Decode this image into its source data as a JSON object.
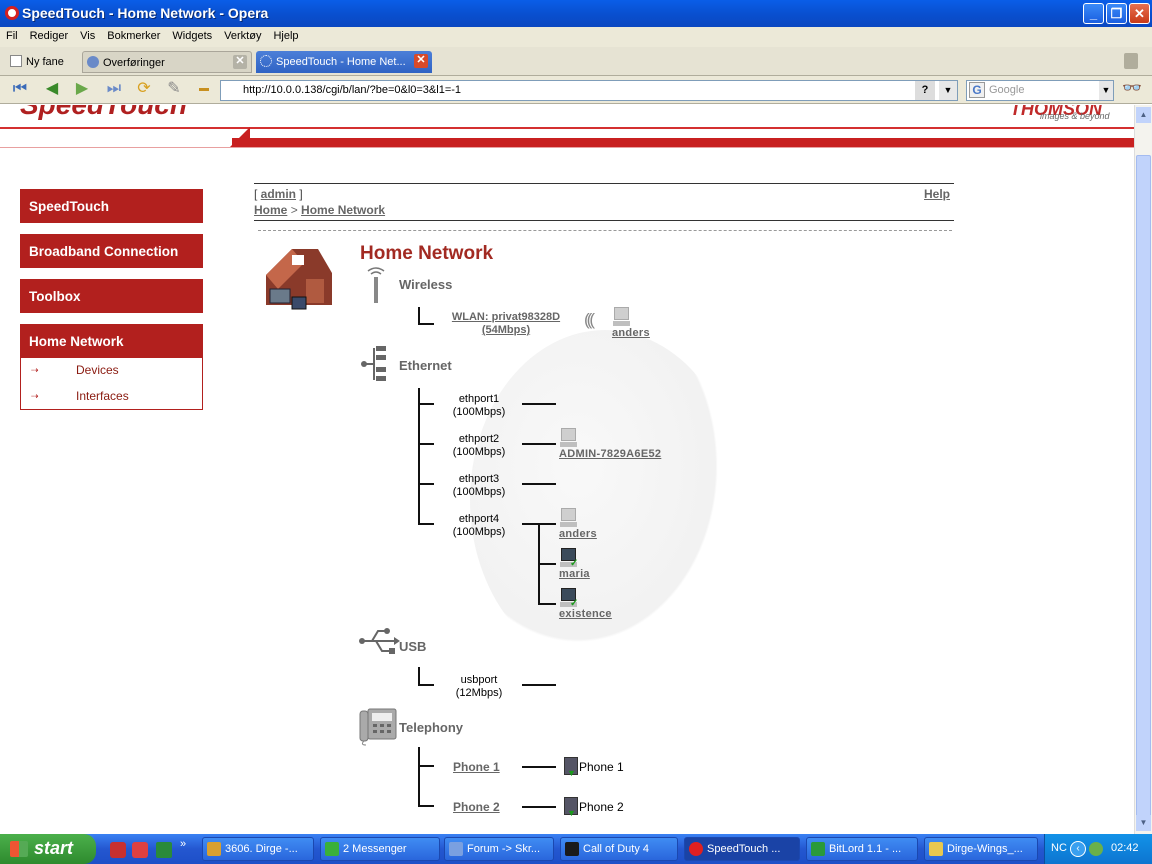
{
  "window": {
    "title": "SpeedTouch - Home Network - Opera"
  },
  "menubar": [
    "Fil",
    "Rediger",
    "Vis",
    "Bokmerker",
    "Widgets",
    "Verktøy",
    "Hjelp"
  ],
  "tabs": {
    "new_tab": "Ny fane",
    "tab1": "Overføringer",
    "tab2": "SpeedTouch - Home Net..."
  },
  "address": {
    "url": "http://10.0.0.138/cgi/b/lan/?be=0&l0=3&l1=-1",
    "search_placeholder": "Google",
    "help": "?"
  },
  "logo": {
    "left": "SpeedTouch",
    "right": "THOMSON",
    "tagline": "images & beyond"
  },
  "sidebar": {
    "items": [
      "SpeedTouch",
      "Broadband Connection",
      "Toolbox",
      "Home Network"
    ],
    "subitems": [
      "Devices",
      "Interfaces"
    ]
  },
  "header": {
    "user": "admin",
    "help": "Help",
    "bc_home": "Home",
    "bc_sep": ">",
    "bc_current": "Home Network"
  },
  "page": {
    "title": "Home Network"
  },
  "network": {
    "wireless": {
      "label": "Wireless",
      "link1": "WLAN: privat98328D",
      "link2": "(54Mbps)",
      "device": "anders"
    },
    "ethernet": {
      "label": "Ethernet",
      "ports": [
        {
          "name": "ethport1",
          "speed": "(100Mbps)"
        },
        {
          "name": "ethport2",
          "speed": "(100Mbps)",
          "device": "ADMIN-7829A6E52"
        },
        {
          "name": "ethport3",
          "speed": "(100Mbps)"
        },
        {
          "name": "ethport4",
          "speed": "(100Mbps)",
          "devices": [
            "anders",
            "maria",
            "existence"
          ]
        }
      ]
    },
    "usb": {
      "label": "USB",
      "port": "usbport",
      "speed": "(12Mbps)"
    },
    "telephony": {
      "label": "Telephony",
      "phones": [
        {
          "link": "Phone 1",
          "label": "Phone 1"
        },
        {
          "link": "Phone 2",
          "label": "Phone 2"
        }
      ]
    }
  },
  "taskbar": {
    "start": "start",
    "tasks": [
      "3606. Dirge -...",
      "2 Messenger",
      "Forum -> Skr...",
      "Call of Duty 4",
      "SpeedTouch ...",
      "BitLord 1.1 - ...",
      "Dirge-Wings_..."
    ],
    "tray_text": "NC",
    "clock": "02:42"
  },
  "colors": {
    "brand_red": "#b2201e",
    "title_red": "#a22a22",
    "xp_blue": "#2457d0"
  }
}
